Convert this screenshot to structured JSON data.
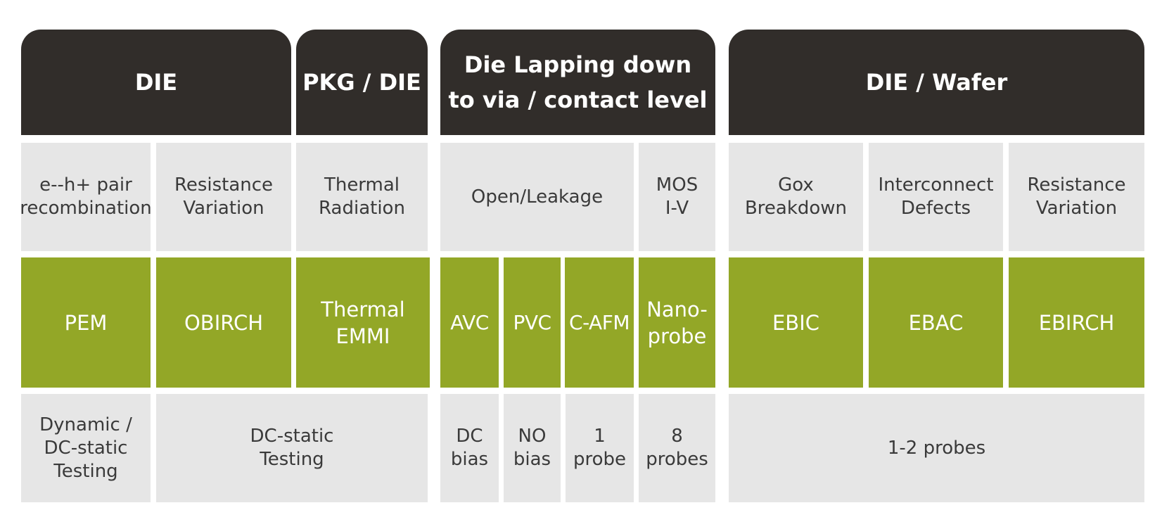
{
  "headers": {
    "die": "DIE",
    "pkg_die": "PKG / DIE",
    "die_lapping": "Die Lapping down\nto via / contact level",
    "die_wafer": "DIE / Wafer"
  },
  "mechanisms": {
    "ehpair": "e--h+ pair\nrecombination",
    "resistance_variation_1": "Resistance\nVariation",
    "thermal_radiation": "Thermal\nRadiation",
    "open_leakage": "Open/Leakage",
    "mos_iv": "MOS\nI-V",
    "gox_breakdown": "Gox\nBreakdown",
    "interconnect_defects": "Interconnect\nDefects",
    "resistance_variation_2": "Resistance\nVariation"
  },
  "techniques": {
    "pem": "PEM",
    "obirch": "OBIRCH",
    "thermal_emmi": "Thermal\nEMMI",
    "avc": "AVC",
    "pvc": "PVC",
    "cafm": "C-AFM",
    "nanoprobe": "Nano-\nprobe",
    "ebic": "EBIC",
    "ebac": "EBAC",
    "ebirch": "EBIRCH"
  },
  "conditions": {
    "dynamic_dc": "Dynamic /\nDC-static\nTesting",
    "dc_static": "DC-static\nTesting",
    "dc_bias": "DC\nbias",
    "no_bias": "NO\nbias",
    "one_probe": "1\nprobe",
    "eight_probes": "8\nprobes",
    "one_two_probes": "1-2 probes"
  }
}
